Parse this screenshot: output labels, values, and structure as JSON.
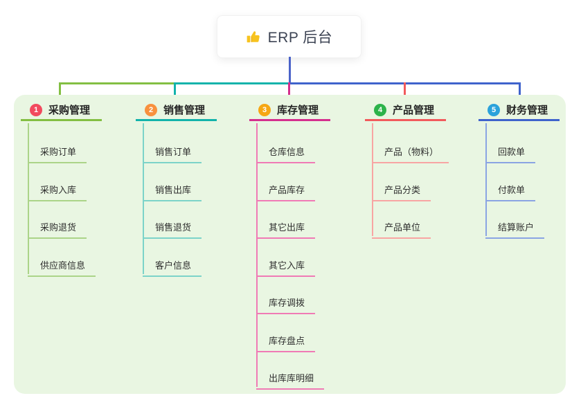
{
  "root": {
    "title": "ERP 后台",
    "icon": "thumbs-up",
    "icon_color": "#f7c31f"
  },
  "canvas": {
    "panel_color": "#e9f6e2",
    "background_color": "#ffffff"
  },
  "connector": {
    "root_color": "#4b63c9"
  },
  "branches": [
    {
      "badge": "1",
      "label": "采购管理",
      "badge_color": "#f24a5e",
      "line_color": "#83bf43",
      "child_line_color": "#abd488",
      "children": [
        "采购订单",
        "采购入库",
        "采购退货",
        "供应商信息"
      ]
    },
    {
      "badge": "2",
      "label": "销售管理",
      "badge_color": "#f8913e",
      "line_color": "#12b3ab",
      "child_line_color": "#7cd3c9",
      "children": [
        "销售订单",
        "销售出库",
        "销售退货",
        "客户信息"
      ]
    },
    {
      "badge": "3",
      "label": "库存管理",
      "badge_color": "#f6a713",
      "line_color": "#d52f8d",
      "child_line_color": "#f07ab5",
      "children": [
        "仓库信息",
        "产品库存",
        "其它出库",
        "其它入库",
        "库存调拨",
        "库存盘点",
        "出库库明细"
      ]
    },
    {
      "badge": "4",
      "label": "产品管理",
      "badge_color": "#2cb34a",
      "line_color": "#f25a5c",
      "child_line_color": "#f8a5a3",
      "children": [
        "产品（物料）",
        "产品分类",
        "产品单位"
      ]
    },
    {
      "badge": "5",
      "label": "财务管理",
      "badge_color": "#2ba2db",
      "line_color": "#3f63cc",
      "child_line_color": "#8aa4e3",
      "children": [
        "回款单",
        "付款单",
        "结算账户"
      ]
    }
  ]
}
